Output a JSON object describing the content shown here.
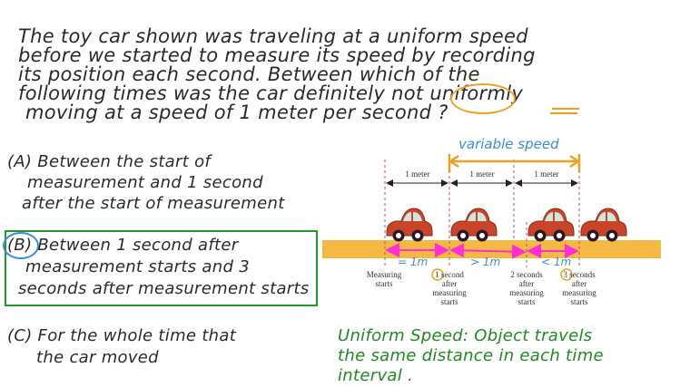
{
  "question": {
    "lines": [
      "The toy car shown was traveling at a uniform speed",
      "before we started to measure its speed by recording",
      "its position each second. Between which of the",
      "following times was the car definitely not uniformly",
      "moving at a speed of 1 meter per second ?"
    ],
    "emphasis_word": "not"
  },
  "options": {
    "a": {
      "label": "(A)",
      "lines": [
        "Between the start of",
        "measurement and 1 second",
        "after the start of measurement"
      ]
    },
    "b": {
      "label": "(B)",
      "lines": [
        "Between 1 second after",
        "measurement starts and 3",
        "seconds after measurement starts"
      ],
      "selected": true
    },
    "c": {
      "label": "(C)",
      "lines": [
        "For the whole time that",
        "the car moved"
      ]
    }
  },
  "diagram": {
    "annotation_variable_speed": "variable speed",
    "segment_labels": [
      "1 meter",
      "1 meter",
      "1 meter"
    ],
    "distance_labels": [
      "= 1m",
      "> 1m",
      "< 1m"
    ],
    "time_labels": [
      [
        "Measuring",
        "starts"
      ],
      [
        "1 second",
        "after",
        "measuring",
        "starts"
      ],
      [
        "2 seconds",
        "after",
        "measuring",
        "starts"
      ],
      [
        "3 seconds",
        "after",
        "measuring",
        "starts"
      ]
    ],
    "car_count": 4
  },
  "note": {
    "lines": [
      "Uniform Speed: Object travels",
      "the same distance in each time",
      "interval ."
    ]
  },
  "colors": {
    "ink": "#2b2b2b",
    "orange": "#f0a020",
    "road": "#f4b942",
    "pink": "#ff2fd6",
    "blue": "#3b8fd6",
    "green": "#1f9a2a",
    "car_body": "#c8452a",
    "car_window": "#cfe6dc"
  }
}
